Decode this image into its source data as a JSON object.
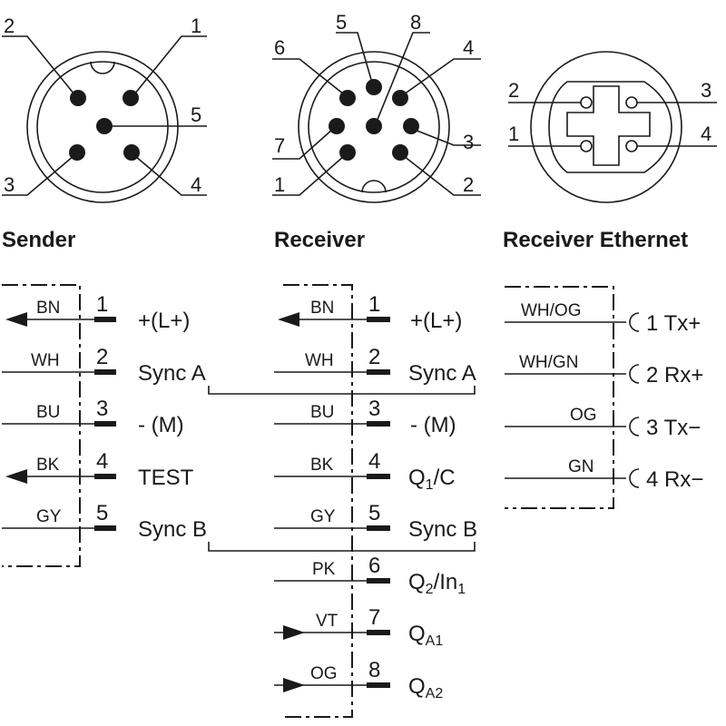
{
  "colors": {
    "ink": "#1a1a1a",
    "background": "#ffffff"
  },
  "titles": {
    "sender": "Sender",
    "receiver": "Receiver",
    "ethernet": "Receiver Ethernet"
  },
  "connector_labels": {
    "sender": [
      "1",
      "2",
      "3",
      "4",
      "5"
    ],
    "receiver": [
      "1",
      "2",
      "3",
      "4",
      "5",
      "6",
      "7",
      "8"
    ],
    "ethernet": [
      "1",
      "2",
      "3",
      "4"
    ]
  },
  "sender": {
    "pins": [
      {
        "pin": "1",
        "wire": "BN",
        "signal": "+(L+)"
      },
      {
        "pin": "2",
        "wire": "WH",
        "signal": "Sync A"
      },
      {
        "pin": "3",
        "wire": "BU",
        "signal": "- (M)"
      },
      {
        "pin": "4",
        "wire": "BK",
        "signal": "TEST"
      },
      {
        "pin": "5",
        "wire": "GY",
        "signal": "Sync B"
      }
    ]
  },
  "receiver": {
    "pins": [
      {
        "pin": "1",
        "wire": "BN",
        "signal": "+(L+)"
      },
      {
        "pin": "2",
        "wire": "WH",
        "signal": "Sync A"
      },
      {
        "pin": "3",
        "wire": "BU",
        "signal": "- (M)"
      },
      {
        "pin": "4",
        "wire": "BK",
        "signal_main": "Q",
        "signal_sub": "1",
        "signal_tail": "/C"
      },
      {
        "pin": "5",
        "wire": "GY",
        "signal": "Sync B"
      },
      {
        "pin": "6",
        "wire": "PK",
        "signal_main": "Q",
        "signal_sub": "2",
        "signal_tail": "/In",
        "signal_sub2": "1"
      },
      {
        "pin": "7",
        "wire": "VT",
        "signal_main": "Q",
        "signal_sub": "A1"
      },
      {
        "pin": "8",
        "wire": "OG",
        "signal_main": "Q",
        "signal_sub": "A2"
      }
    ]
  },
  "ethernet": {
    "pins": [
      {
        "wire": "WH/OG",
        "label": "1 Tx+"
      },
      {
        "wire": "WH/GN",
        "label": "2 Rx+"
      },
      {
        "wire": "OG",
        "label": "3 Tx−"
      },
      {
        "wire": "GN",
        "label": "4 Rx−"
      }
    ]
  }
}
